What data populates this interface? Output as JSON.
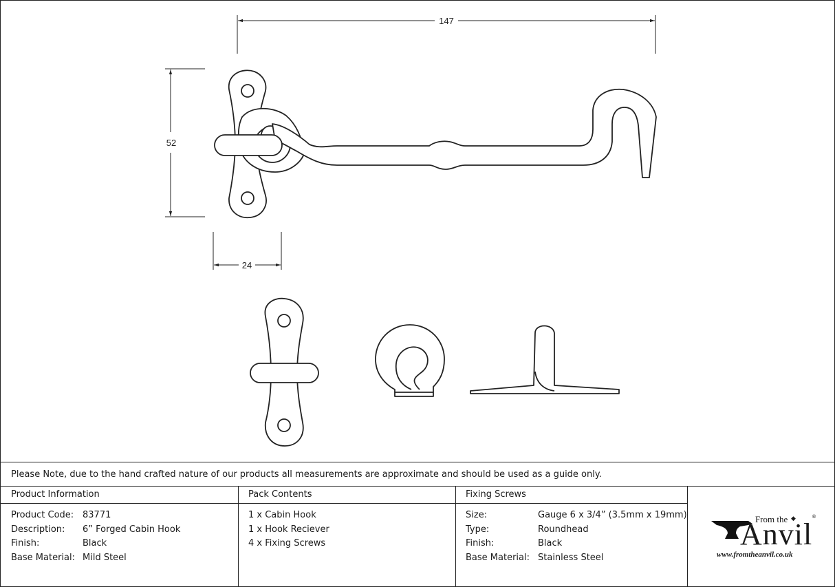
{
  "dimensions": {
    "width": "147",
    "height": "52",
    "depth": "24"
  },
  "note": "Please Note, due to the hand crafted nature of our products all measurements are approximate and should be used as a guide only.",
  "product_information": {
    "title": "Product Information",
    "rows": [
      {
        "label": "Product Code:",
        "value": "83771"
      },
      {
        "label": "Description:",
        "value": "6” Forged Cabin Hook"
      },
      {
        "label": "Finish:",
        "value": "Black"
      },
      {
        "label": "Base Material:",
        "value": "Mild Steel"
      }
    ]
  },
  "pack_contents": {
    "title": "Pack Contents",
    "items": [
      "1 x Cabin Hook",
      "1 x Hook Reciever",
      "4 x Fixing Screws"
    ]
  },
  "fixing_screws": {
    "title": "Fixing Screws",
    "rows": [
      {
        "label": "Size:",
        "value": "Gauge 6 x 3/4” (3.5mm x 19mm)"
      },
      {
        "label": "Type:",
        "value": "Roundhead"
      },
      {
        "label": "Finish:",
        "value": "Black"
      },
      {
        "label": "Base Material:",
        "value": "Stainless Steel"
      }
    ]
  },
  "logo": {
    "from_text": "From the",
    "brand": "Anvil",
    "url": "www.fromtheanvil.co.uk",
    "registered": "®"
  },
  "colors": {
    "line": "#222222",
    "background": "#ffffff"
  }
}
